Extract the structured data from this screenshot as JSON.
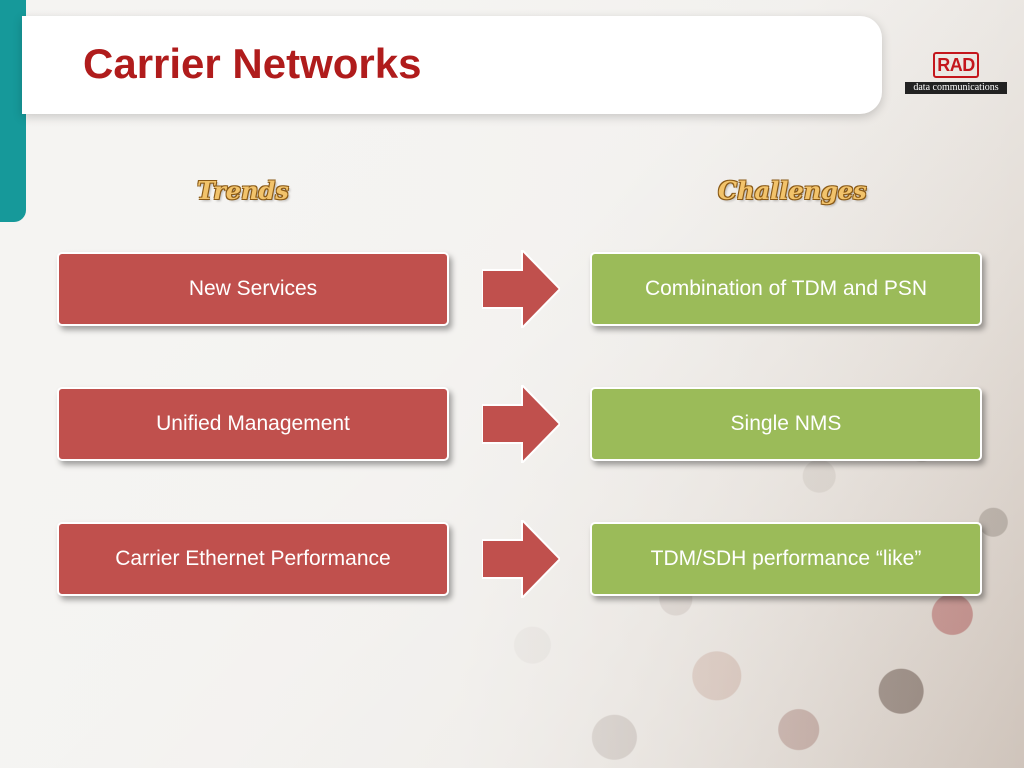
{
  "slide": {
    "title": "Carrier Networks"
  },
  "logo": {
    "mark": "RAD",
    "tagline": "data communications"
  },
  "columns": {
    "left_heading": "Trends",
    "right_heading": "Challenges"
  },
  "rows": [
    {
      "trend": "New Services",
      "challenge": "Combination of TDM and PSN"
    },
    {
      "trend": "Unified Management",
      "challenge": "Single NMS"
    },
    {
      "trend": "Carrier Ethernet Performance",
      "challenge": "TDM/SDH performance “like”"
    }
  ],
  "colors": {
    "accent_teal": "#16999a",
    "title_red": "#b01c1c",
    "trend_box": "#c0504d",
    "challenge_box": "#9bbb59",
    "arrow": "#c0504d",
    "heading_gold": "#f2c36b"
  }
}
